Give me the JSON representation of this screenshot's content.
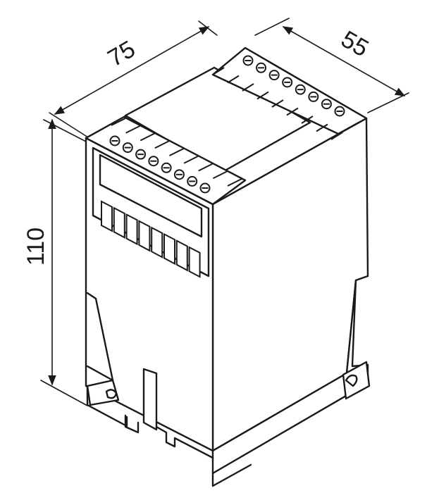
{
  "diagram": {
    "dimensions": {
      "width": "75",
      "depth": "55",
      "height": "110"
    },
    "terminal_rows": {
      "front_count": 8,
      "rear_count": 8
    }
  },
  "colors": {
    "line": "#1a1a1a",
    "background": "#ffffff"
  }
}
